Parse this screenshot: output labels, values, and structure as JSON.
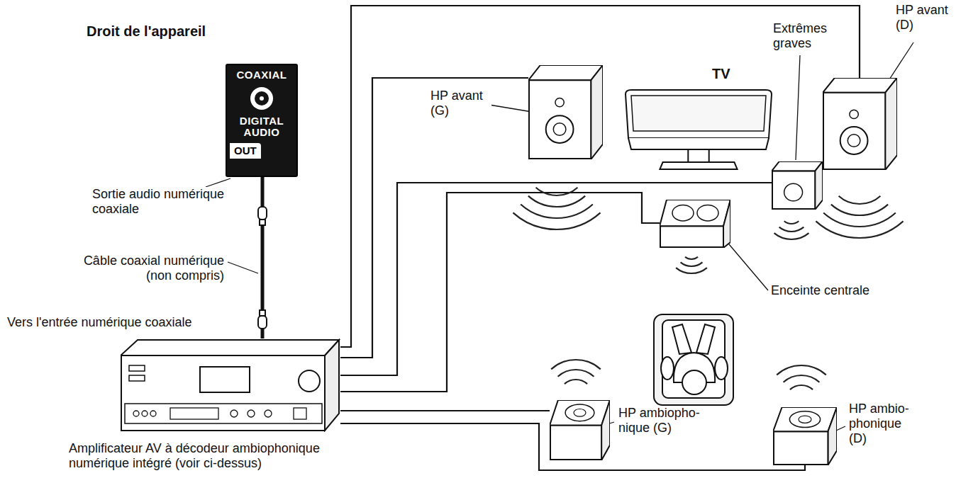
{
  "diagram": {
    "nodes": [
      {
        "text": [
          "COAXIAL",
          "DIGITAL AUDIO",
          "OUT"
        ]
      },
      {
        "text": [
          "Amplificateur AV à décodeur ambiophonique numérique intégré (voir ci-dessus)"
        ]
      },
      {
        "text": [
          "HP avant (G)"
        ]
      },
      {
        "text": [
          "TV"
        ]
      },
      {
        "text": [
          "Extrêmes graves"
        ]
      },
      {
        "text": [
          "HP avant (D)"
        ]
      },
      {
        "text": [
          "Enceinte centrale"
        ]
      },
      {
        "text": [
          "HP ambiopho- nique (G)"
        ]
      },
      {
        "text": [
          "HP ambio- phonique (D)"
        ]
      }
    ],
    "edges": [
      {
        "from": 0,
        "to": 1,
        "arrow": "none"
      },
      {
        "from": 1,
        "to": 2,
        "arrow": "none"
      },
      {
        "from": 1,
        "to": 4,
        "arrow": "none"
      },
      {
        "from": 1,
        "to": 5,
        "arrow": "none"
      },
      {
        "from": 1,
        "to": 6,
        "arrow": "none"
      },
      {
        "from": 1,
        "to": 7,
        "arrow": "none"
      },
      {
        "from": 1,
        "to": 8,
        "arrow": "none"
      }
    ],
    "labels": [
      "Droit de l'appareil",
      "Sortie audio numérique coaxiale",
      "Câble coaxial numérique (non compris)",
      "Vers l'entrée numérique coaxiale"
    ]
  }
}
